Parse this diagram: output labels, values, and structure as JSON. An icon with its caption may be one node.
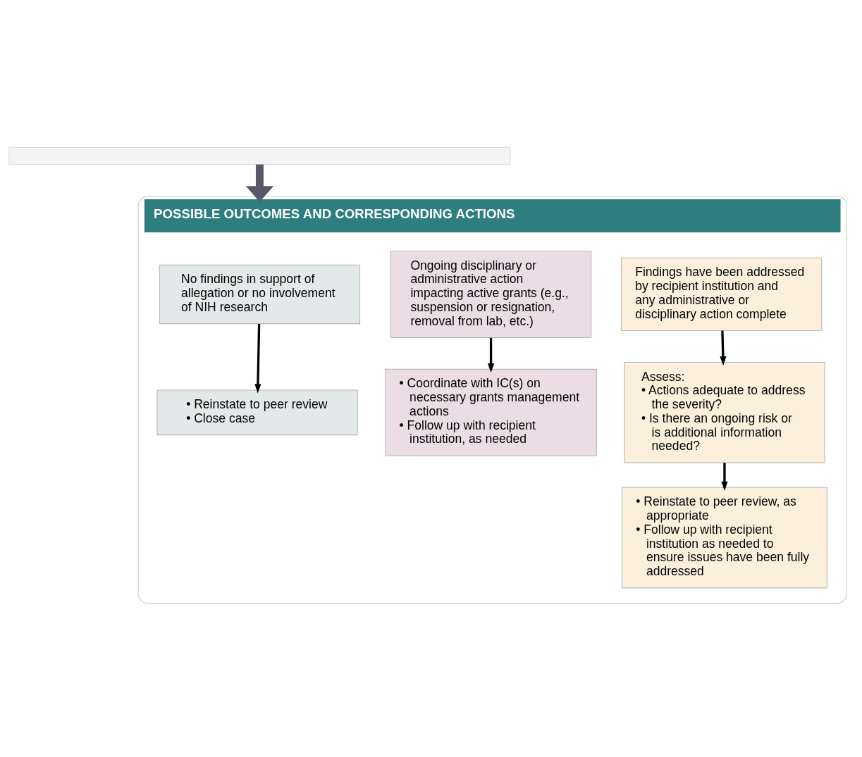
{
  "diagram": {
    "nodes": [
      {
        "text": [],
        "shape": "box"
      },
      {
        "text": [
          "POSSIBLE OUTCOMES AND CORRESPONDING ACTIONS"
        ]
      },
      {
        "text": [
          "No findings in support of allegation or no involvement of NIH research"
        ],
        "in": 1
      },
      {
        "text": [
          "• Reinstate to peer review",
          "• Close case"
        ],
        "in": 1
      },
      {
        "text": [
          "Ongoing disciplinary or administrative action impacting active grants (e.g., suspension or resignation, removal from lab, etc.)"
        ],
        "in": 1
      },
      {
        "text": [
          "• Coordinate with IC(s) on necessary grants management actions",
          "• Follow up with recipient institution, as needed"
        ],
        "in": 1
      },
      {
        "text": [
          "Findings have been addressed by recipient institution and any administrative or disciplinary action complete"
        ],
        "in": 1
      },
      {
        "text": [
          "Assess:",
          "• Actions adequate to address the severity?",
          "• Is there an ongoing risk or is additional information needed?"
        ],
        "in": 1
      },
      {
        "text": [
          "• Reinstate to peer review, as appropriate",
          "• Follow up with recipient institution as needed to ensure issues have been fully addressed"
        ],
        "in": 1
      }
    ],
    "edges": [
      {
        "from": 0,
        "to": 1,
        "arrow": "to",
        "style": "thick",
        "color": "#585868"
      },
      {
        "from": 2,
        "to": 3,
        "arrow": "to"
      },
      {
        "from": 4,
        "to": 5,
        "arrow": "to"
      },
      {
        "from": 6,
        "to": 7,
        "arrow": "to"
      },
      {
        "from": 7,
        "to": 8,
        "arrow": "to"
      }
    ]
  }
}
